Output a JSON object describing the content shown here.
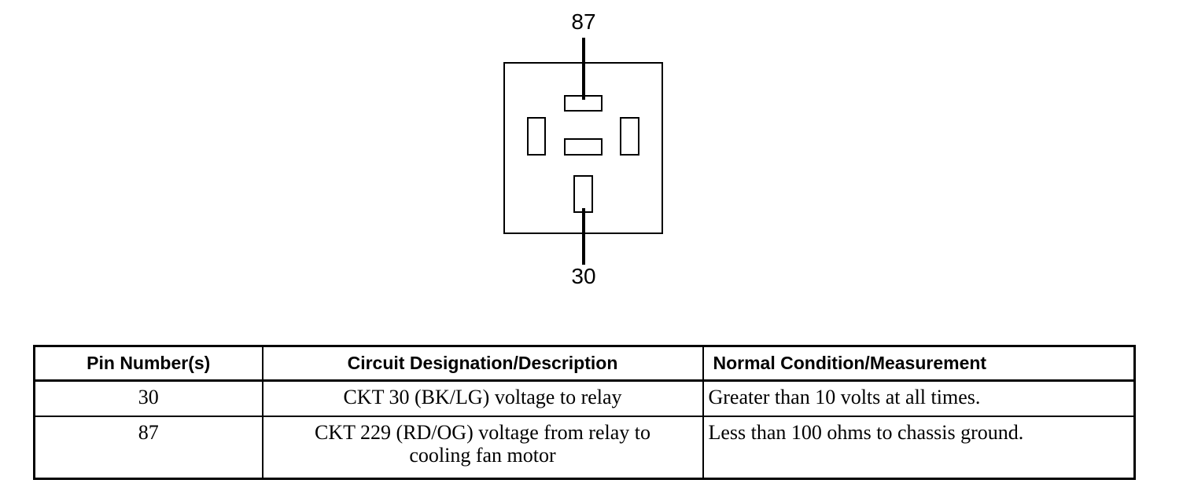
{
  "colors": {
    "ink": "#000000",
    "background": "#ffffff"
  },
  "diagram": {
    "top_pin_label": "87",
    "bottom_pin_label": "30",
    "description": "Relay connector cavity view with five terminal slots"
  },
  "table": {
    "headers": [
      "Pin Number(s)",
      "Circuit Designation/Description",
      "Normal Condition/Measurement"
    ],
    "rows": [
      {
        "pin": "30",
        "circuit": "CKT 30 (BK/LG) voltage to relay",
        "condition": "Greater than 10 volts at all times."
      },
      {
        "pin": "87",
        "circuit": "CKT 229 (RD/OG) voltage from relay to\ncooling fan motor",
        "condition": "Less than 100 ohms to chassis ground."
      }
    ]
  }
}
